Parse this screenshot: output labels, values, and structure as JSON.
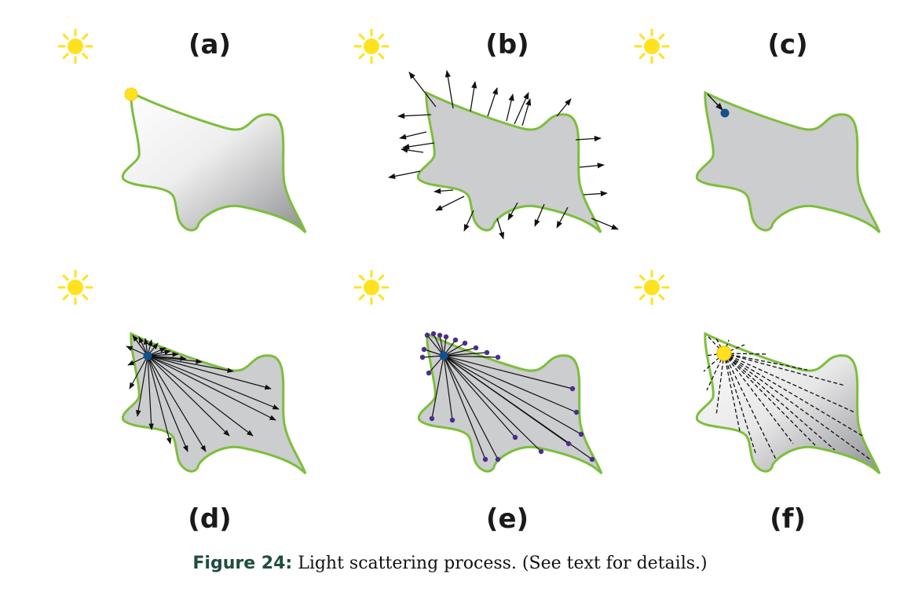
{
  "panels": [
    {
      "id": "a",
      "label": "(a)"
    },
    {
      "id": "b",
      "label": "(b)"
    },
    {
      "id": "c",
      "label": "(c)"
    },
    {
      "id": "d",
      "label": "(d)"
    },
    {
      "id": "e",
      "label": "(e)"
    },
    {
      "id": "f",
      "label": "(f)"
    }
  ],
  "caption": {
    "figure_label": "Figure 24:",
    "text": "Light scattering process. (See text for details.)"
  },
  "colors": {
    "sun": "#FFE21F",
    "sun_ray": "#FFE21F",
    "outline": "#7DBE3C",
    "fill": "#CCCDCF",
    "blue_point": "#14508C",
    "purple_point": "#4B2D8C",
    "caption_label": "#1E4E3C"
  },
  "icons": [
    "sun-icon"
  ]
}
